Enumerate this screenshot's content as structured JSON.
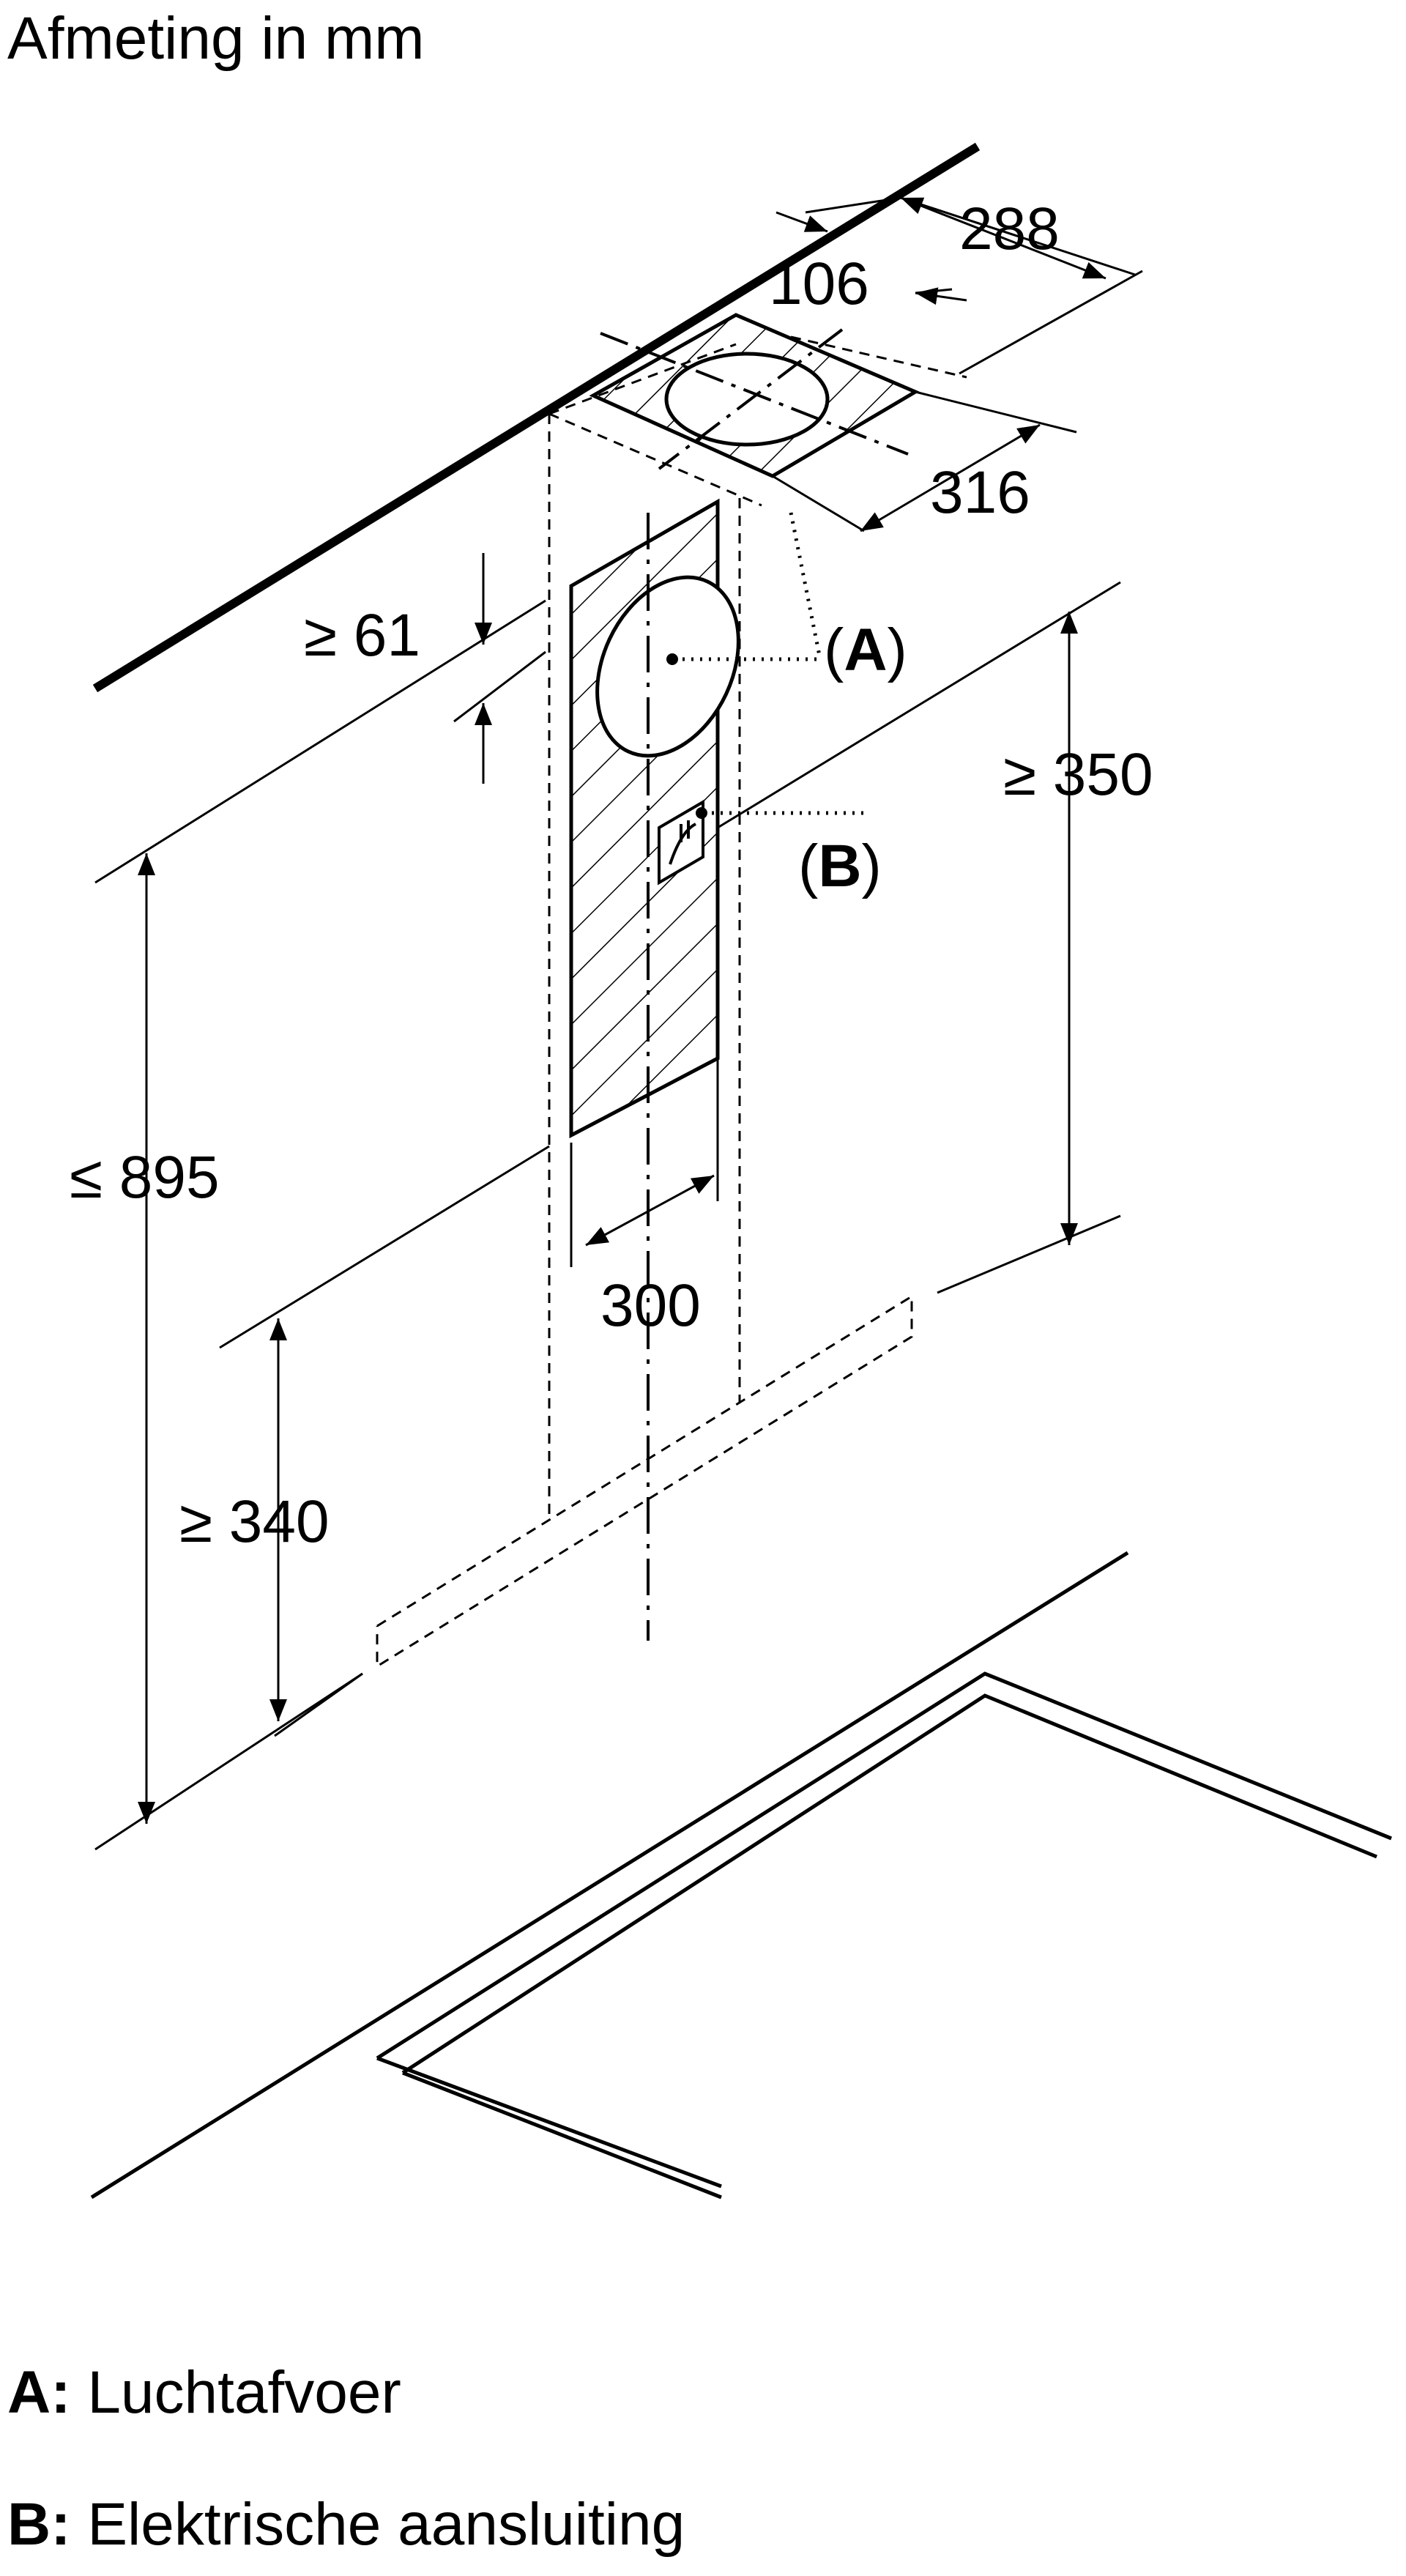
{
  "title": "Afmeting in mm",
  "dimensions": {
    "d288": "288",
    "d106": "106",
    "d316": "316",
    "d61": "≥ 61",
    "d350": "≥ 350",
    "d895": "≤ 895",
    "d300": "300",
    "d340": "≥ 340"
  },
  "callouts": {
    "a_open": "(",
    "a_letter": "A",
    "a_close": ")",
    "b_open": "(",
    "b_letter": "B",
    "b_close": ")"
  },
  "legend": [
    {
      "key": "A:",
      "text": "Luchtafvoer"
    },
    {
      "key": "B:",
      "text": "Elektrische aansluiting"
    }
  ]
}
